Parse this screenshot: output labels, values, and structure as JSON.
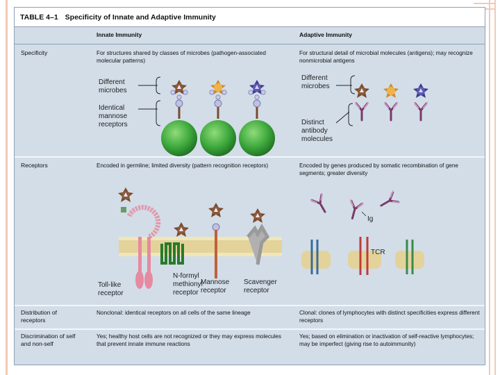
{
  "table": {
    "number": "TABLE 4–1",
    "title": "Specificity of Innate and Adaptive Immunity",
    "col_innate": "Innate Immunity",
    "col_adaptive": "Adaptive Immunity"
  },
  "rows": {
    "specificity": {
      "label": "Specificity",
      "innate": "For structures shared by classes of microbes (pathogen-associated molecular patterns)",
      "adaptive": "For structural detail of microbial molecules (antigens); may recognize nonmicrobial antigens"
    },
    "receptors": {
      "label": "Receptors",
      "innate": "Encoded in germline; limited diversity (pattern recognition receptors)",
      "adaptive": "Encoded by genes produced by somatic recombination of gene segments; greater diversity"
    },
    "distribution": {
      "label1": "Distribution of",
      "label2": "receptors",
      "innate": "Nonclonal: identical receptors on all cells of the same lineage",
      "adaptive": "Clonal: clones of lymphocytes with distinct specificities express different receptors"
    },
    "discrimination": {
      "label1": "Discrimination of self",
      "label2": "and non-self",
      "innate": "Yes; healthy host cells are not recognized or they may express molecules that prevent innate immune reactions",
      "adaptive": "Yes; based on elimination or inactivation of self-reactive lymphocytes; may be imperfect (giving rise to autoimmunity)"
    }
  },
  "diagram_labels": {
    "innate_diff1": "Different",
    "innate_diff2": "microbes",
    "innate_ident1": "Identical",
    "innate_ident2": "mannose",
    "innate_ident3": "receptors",
    "adapt_diff1": "Different",
    "adapt_diff2": "microbes",
    "adapt_dist1": "Distinct",
    "adapt_dist2": "antibody",
    "adapt_dist3": "molecules",
    "toll1": "Toll-like",
    "toll2": "receptor",
    "formyl1": "N-formyl",
    "formyl2": "methionyl",
    "formyl3": "receptor",
    "mannose1": "Mannose",
    "mannose2": "receptor",
    "scav1": "Scavenger",
    "scav2": "receptor",
    "ig": "Ig",
    "tcr": "TCR"
  },
  "colors": {
    "panel_bg": "#d2dde8",
    "cell_green": "#3aa63a",
    "microbe_brown": "#7a4a2a",
    "microbe_orange": "#e6a13a",
    "microbe_blue": "#3a3a8a",
    "membrane_tan": "#e3d39a",
    "receptor_pink": "#e58aa0",
    "antibody_purple": "#7a3a6a"
  }
}
